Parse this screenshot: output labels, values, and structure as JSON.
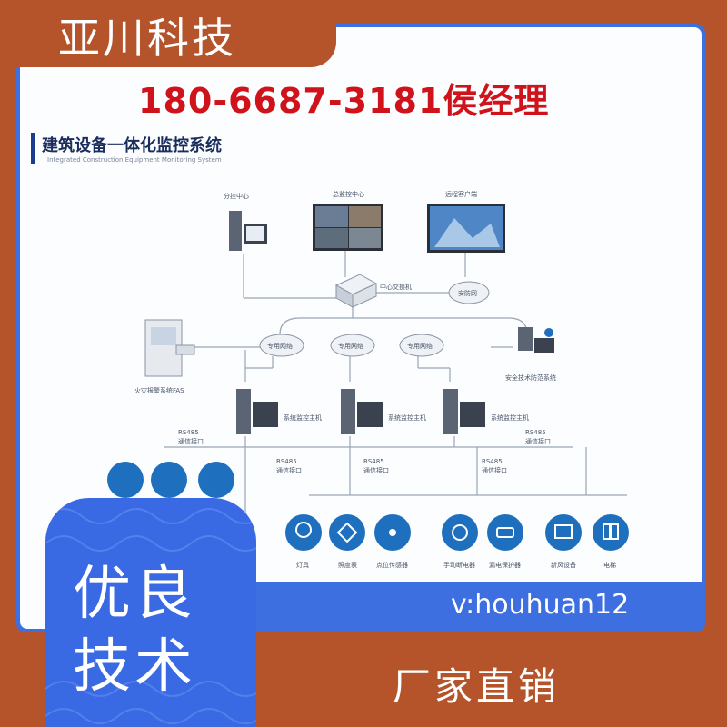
{
  "brand": {
    "name": "亚川科技"
  },
  "contact": {
    "phone_line": "180-6687-3181侯经理",
    "wechat": "v:houhuan12"
  },
  "diagram": {
    "title": "建筑设备一体化监控系统",
    "subtitle": "Integrated Construction Equipment Monitoring System",
    "nodes": {
      "sub_center": "分控中心",
      "main_center": "总监控中心",
      "remote_client": "远程客户端",
      "core_switch": "中心交换机",
      "security_net": "安防网",
      "private_net": "专用网络",
      "fas": "火灾报警系统FAS",
      "security_system": "安全技术防范系统",
      "host": "系统监控主机",
      "rs485_left": "RS485",
      "rs485_port": "通信接口",
      "rs485": "RS485"
    },
    "devices": [
      "灯具",
      "照度表",
      "点位传感器",
      "手动断电器",
      "漏电保护器",
      "新风设备",
      "电梯"
    ]
  },
  "promo": {
    "line1": "优良",
    "line2": "技术"
  },
  "slogan": "厂家直销",
  "colors": {
    "brand": "#b5542a",
    "accent_blue": "#3d6fe0",
    "phone_red": "#d0121b",
    "icon_blue": "#1f6fbf"
  }
}
